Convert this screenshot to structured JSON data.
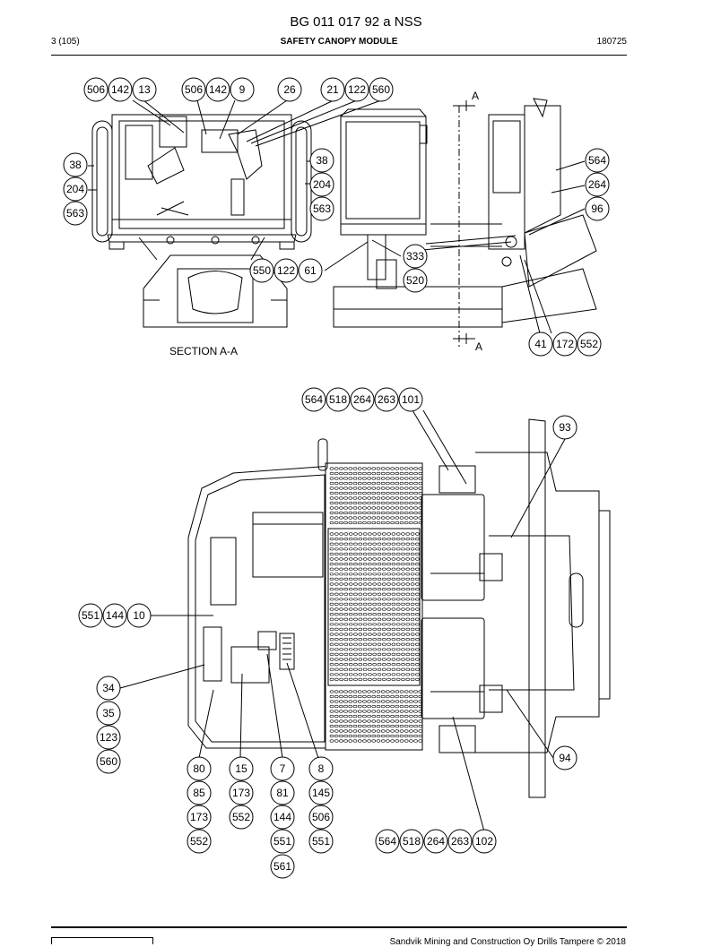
{
  "header": {
    "title": "BG 011 017 92 a NSS",
    "page": "3 (105)",
    "module": "SAFETY CANOPY MODULE",
    "code": "180725"
  },
  "section_label": "SECTION A-A",
  "section_marks": [
    "A",
    "A"
  ],
  "callouts": {
    "c1": "506",
    "c2": "142",
    "c3": "13",
    "c4": "506",
    "c5": "142",
    "c6": "9",
    "c7": "26",
    "c8": "21",
    "c9": "122",
    "c10": "560",
    "c11": "38",
    "c12": "204",
    "c13": "563",
    "c14": "38",
    "c15": "204",
    "c16": "563",
    "c17": "564",
    "c18": "264",
    "c19": "96",
    "c20": "333",
    "c21": "520",
    "c22": "550",
    "c23": "122",
    "c24": "61",
    "c25": "41",
    "c26": "172",
    "c27": "552",
    "c28": "564",
    "c29": "518",
    "c30": "264",
    "c31": "263",
    "c32": "101",
    "c33": "93",
    "c34": "551",
    "c35": "144",
    "c36": "10",
    "c37": "34",
    "c38": "35",
    "c39": "123",
    "c40": "560",
    "c41": "80",
    "c42": "85",
    "c43": "173",
    "c44": "552",
    "c45": "15",
    "c46": "173",
    "c47": "552",
    "c48": "7",
    "c49": "81",
    "c50": "144",
    "c51": "551",
    "c52": "561",
    "c53": "8",
    "c54": "145",
    "c55": "506",
    "c56": "551",
    "c57": "564",
    "c58": "518",
    "c59": "264",
    "c60": "263",
    "c61": "102",
    "c62": "94"
  },
  "footer": {
    "copyright": "Sandvik Mining and Construction Oy Drills Tampere © 2018"
  }
}
